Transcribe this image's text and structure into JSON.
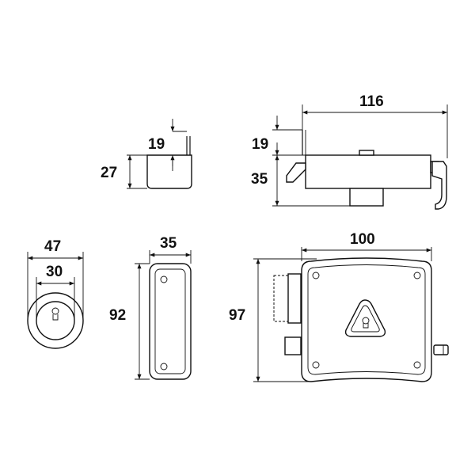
{
  "dimensions": {
    "top_small_height_upper": "19",
    "top_small_height_lower": "27",
    "side_view_width": "116",
    "side_view_height_upper": "19",
    "side_view_height_lower": "35",
    "cylinder_outer_diameter": "47",
    "cylinder_inner_diameter": "30",
    "end_plate_width": "35",
    "end_plate_height": "92",
    "lock_width": "100",
    "lock_height": "97"
  },
  "colors": {
    "line": "#111111",
    "background": "#ffffff"
  }
}
